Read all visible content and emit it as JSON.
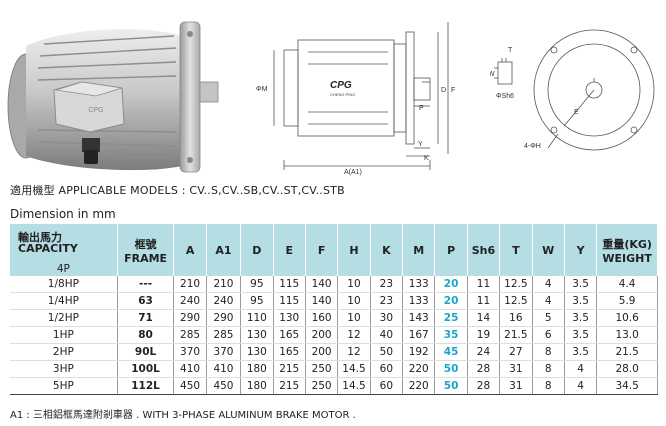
{
  "photo": {
    "cover_text": "CPG"
  },
  "drawing": {
    "logo": "CPG",
    "logo_sub": "CHENG PING",
    "side_labels": {
      "m": "ΦM",
      "d": "D",
      "f": "F",
      "p": "P",
      "y": "Y",
      "k": "K",
      "a": "A(A1)"
    },
    "end_labels": {
      "t": "T",
      "w": "W",
      "sh6": "ΦSh6",
      "e": "E",
      "h": "4-ΦH"
    }
  },
  "applicable_models": "適用機型 APPLICABLE MODELS : CV..S,CV..SB,CV..ST,CV..STB",
  "dimension_title": "Dimension in mm",
  "table": {
    "header": {
      "capacity_zh": "輸出馬力",
      "capacity_en": "CAPACITY",
      "frame_zh": "框號",
      "frame_en": "FRAME",
      "cols": [
        "A",
        "A1",
        "D",
        "E",
        "F",
        "H",
        "K",
        "M",
        "P",
        "Sh6",
        "T",
        "W",
        "Y"
      ],
      "weight_zh": "重量(KG)",
      "weight_en": "WEIGHT",
      "pole": "4P"
    },
    "rows": [
      {
        "capacity": "1/8HP",
        "frame": "---",
        "vals": [
          "210",
          "210",
          "95",
          "115",
          "140",
          "10",
          "23",
          "133",
          "20",
          "11",
          "12.5",
          "4",
          "3.5"
        ],
        "weight": "4.4"
      },
      {
        "capacity": "1/4HP",
        "frame": "63",
        "vals": [
          "240",
          "240",
          "95",
          "115",
          "140",
          "10",
          "23",
          "133",
          "20",
          "11",
          "12.5",
          "4",
          "3.5"
        ],
        "weight": "5.9"
      },
      {
        "capacity": "1/2HP",
        "frame": "71",
        "vals": [
          "290",
          "290",
          "110",
          "130",
          "160",
          "10",
          "30",
          "143",
          "25",
          "14",
          "16",
          "5",
          "3.5"
        ],
        "weight": "10.6"
      },
      {
        "capacity": "1HP",
        "frame": "80",
        "vals": [
          "285",
          "285",
          "130",
          "165",
          "200",
          "12",
          "40",
          "167",
          "35",
          "19",
          "21.5",
          "6",
          "3.5"
        ],
        "weight": "13.0"
      },
      {
        "capacity": "2HP",
        "frame": "90L",
        "vals": [
          "370",
          "370",
          "130",
          "165",
          "200",
          "12",
          "50",
          "192",
          "45",
          "24",
          "27",
          "8",
          "3.5"
        ],
        "weight": "21.5"
      },
      {
        "capacity": "3HP",
        "frame": "100L",
        "vals": [
          "410",
          "410",
          "180",
          "215",
          "250",
          "14.5",
          "60",
          "220",
          "50",
          "28",
          "31",
          "8",
          "4"
        ],
        "weight": "28.0"
      },
      {
        "capacity": "5HP",
        "frame": "112L",
        "vals": [
          "450",
          "450",
          "180",
          "215",
          "250",
          "14.5",
          "60",
          "220",
          "50",
          "28",
          "31",
          "8",
          "4"
        ],
        "weight": "34.5"
      }
    ]
  },
  "footnote": "A1 : 三相鋁框馬達附剎車器 . WITH 3-PHASE ALUMINUM BRAKE MOTOR ."
}
